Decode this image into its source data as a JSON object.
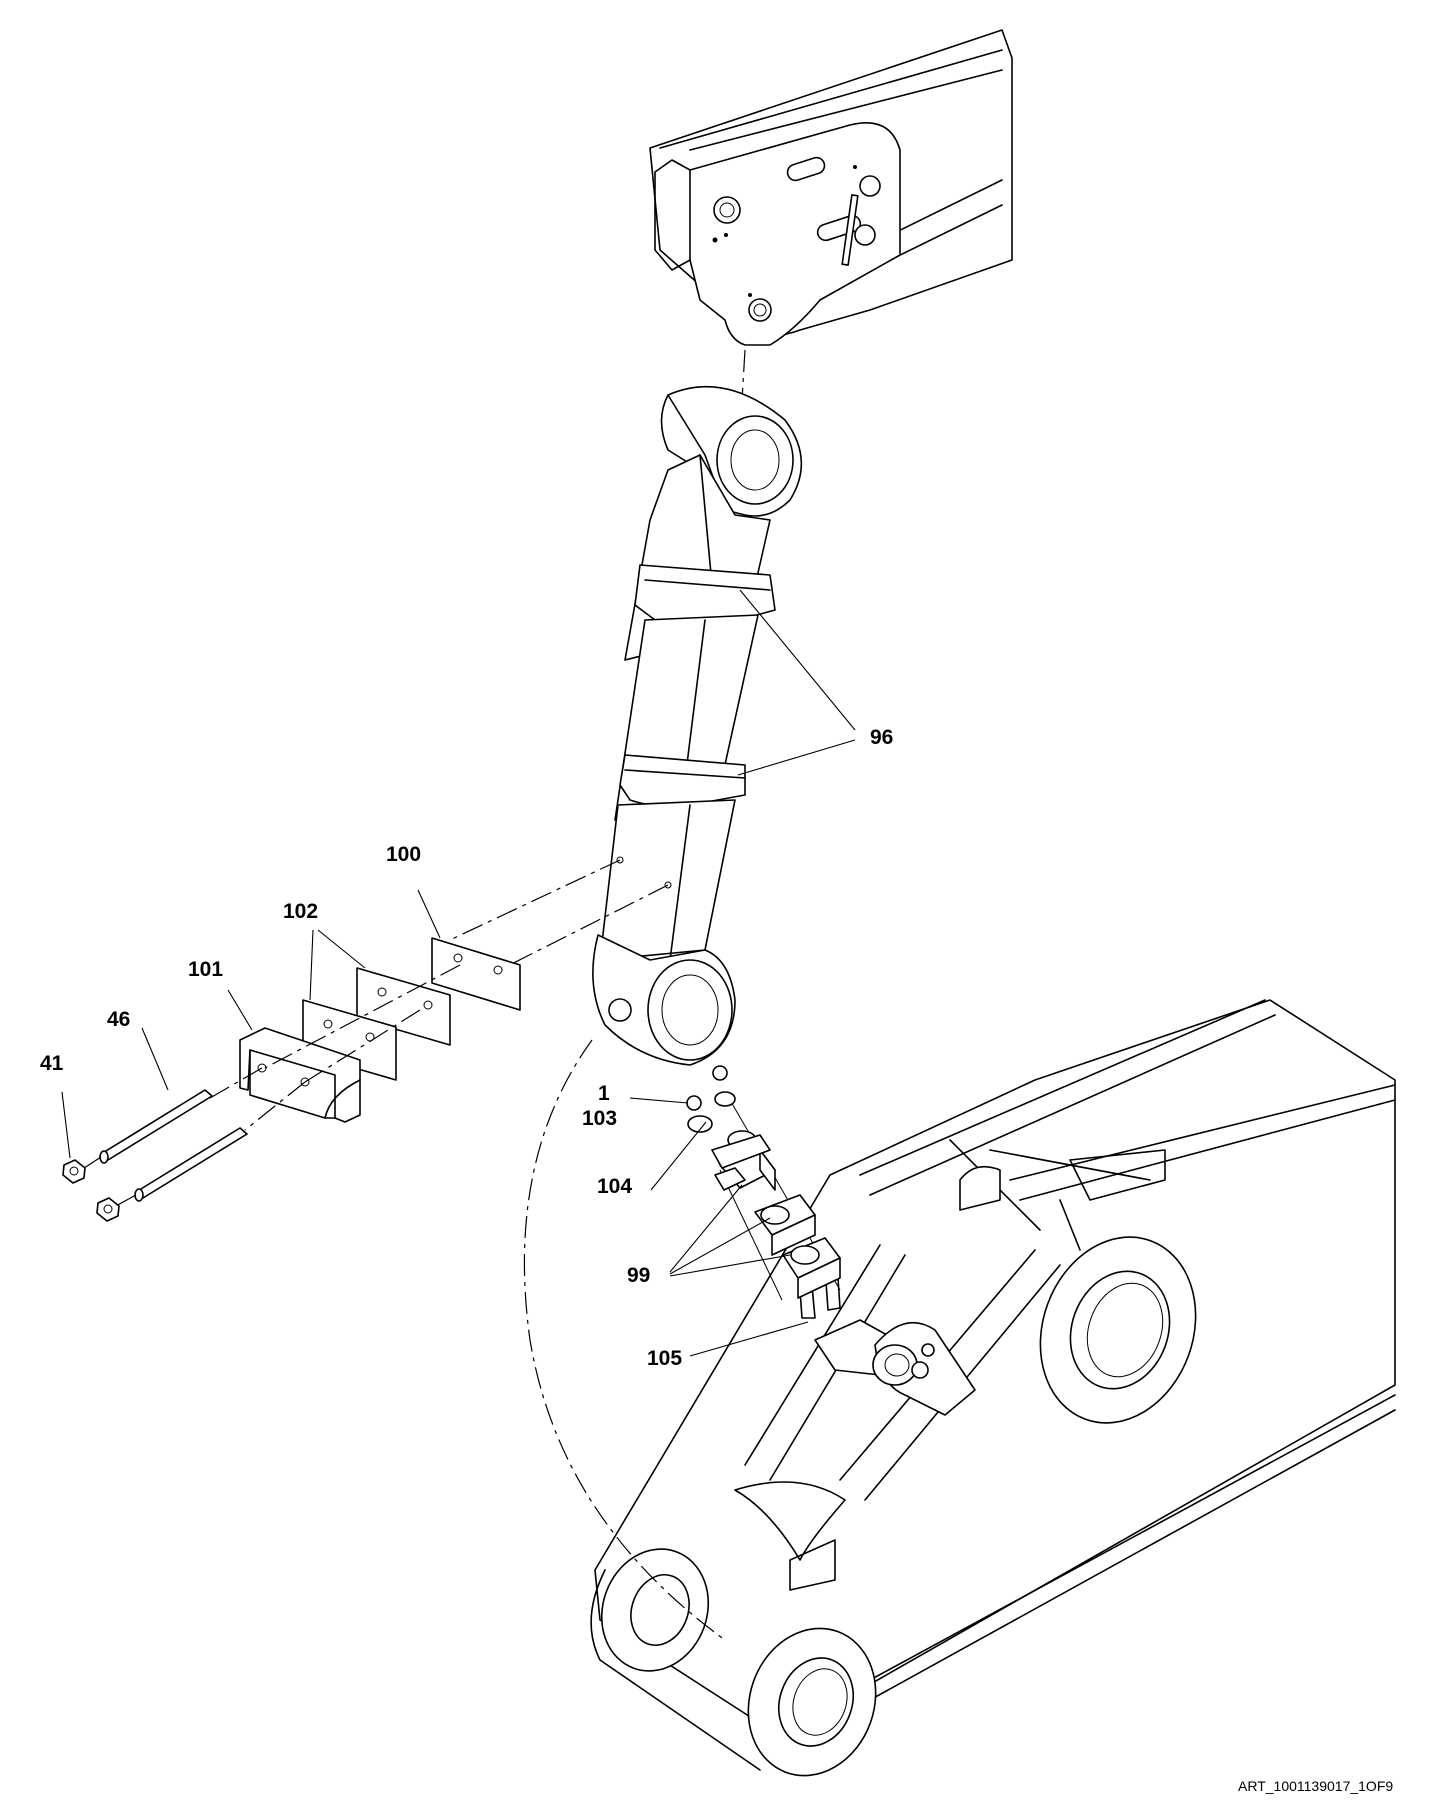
{
  "callouts": {
    "c96": "96",
    "c100": "100",
    "c102": "102",
    "c101": "101",
    "c46": "46",
    "c41": "41",
    "c1": "1",
    "c103": "103",
    "c104": "104",
    "c99": "99",
    "c105": "105"
  },
  "art_id": "ART_1001139017_1OF9"
}
